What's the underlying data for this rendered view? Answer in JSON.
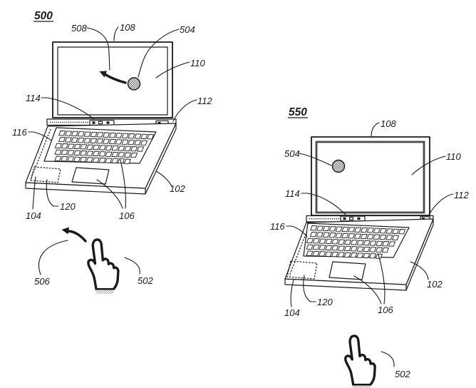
{
  "colors": {
    "line": "#1a1a1a",
    "screen_border_550": "#4b4b4b",
    "dot_fill": "#e7e7e7"
  },
  "fig500": {
    "number": "500",
    "labels": {
      "l508": "508",
      "l108": "108",
      "l504": "504",
      "l110": "110",
      "l114": "114",
      "l112": "112",
      "l116": "116",
      "l102": "102",
      "l104": "104",
      "l120": "120",
      "l106": "106",
      "l506": "506",
      "l502": "502"
    }
  },
  "fig550": {
    "number": "550",
    "labels": {
      "l108": "108",
      "l504": "504",
      "l110": "110",
      "l114": "114",
      "l112": "112",
      "l116": "116",
      "l102": "102",
      "l104": "104",
      "l120": "120",
      "l106": "106",
      "l502": "502"
    }
  }
}
